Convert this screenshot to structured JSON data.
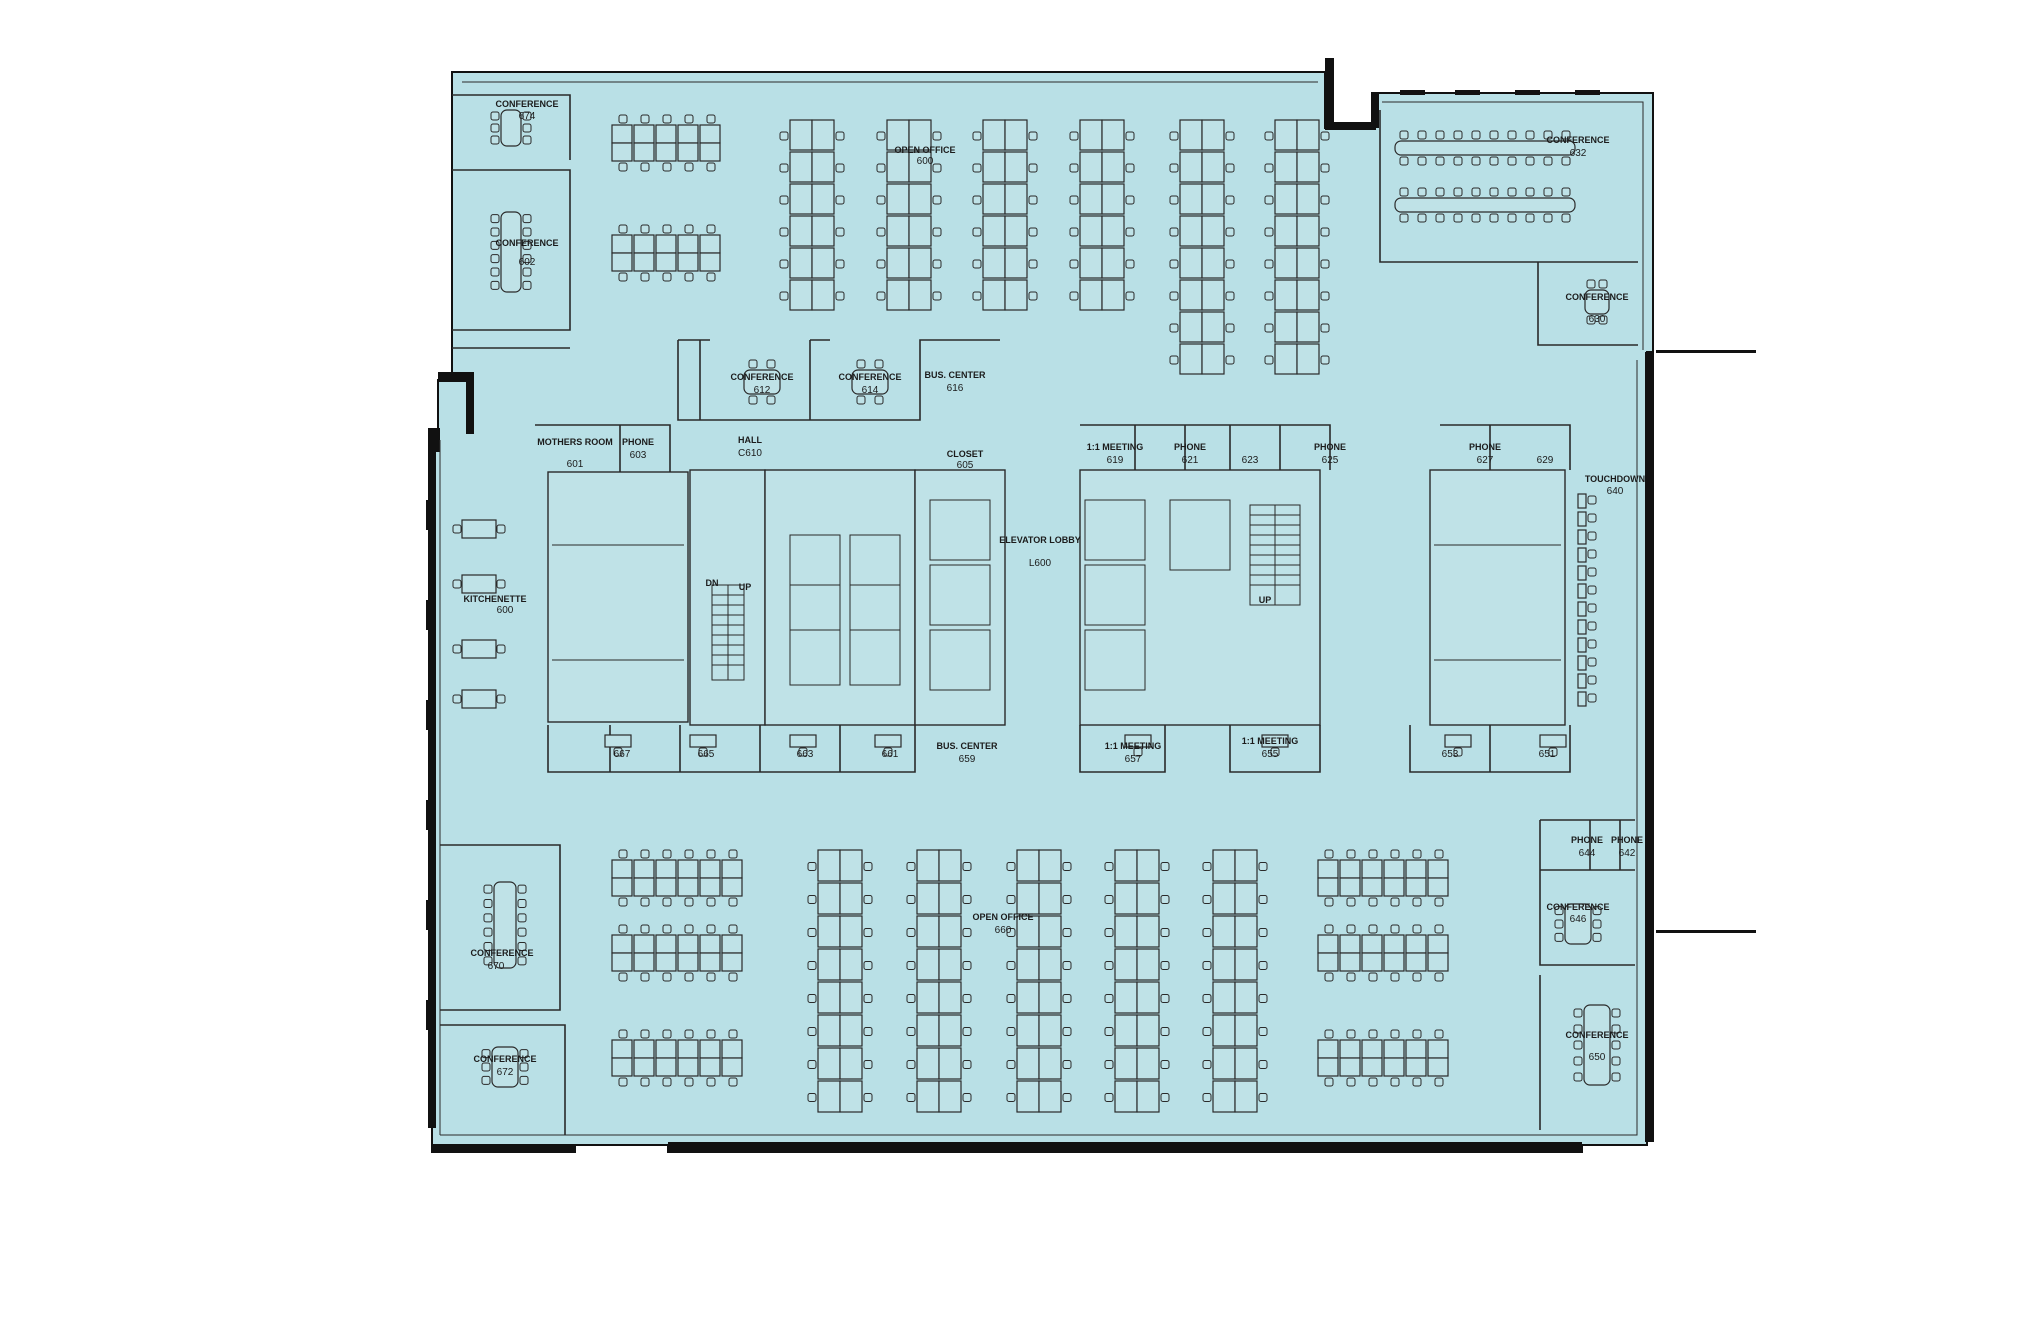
{
  "colors": {
    "floor": "#b9e0e6",
    "wall": "#111111",
    "line": "#2a2a2a"
  },
  "rooms": [
    {
      "id": "r1",
      "name": "CONFERENCE",
      "number": "674"
    },
    {
      "id": "r2",
      "name": "CONFERENCE",
      "number": "602"
    },
    {
      "id": "r3",
      "name": "OPEN OFFICE",
      "number": "600"
    },
    {
      "id": "r4",
      "name": "CONFERENCE",
      "number": "632"
    },
    {
      "id": "r5",
      "name": "CONFERENCE",
      "number": "630"
    },
    {
      "id": "r6",
      "name": "CONFERENCE",
      "number": "612"
    },
    {
      "id": "r7",
      "name": "CONFERENCE",
      "number": "614"
    },
    {
      "id": "r8",
      "name": "BUS. CENTER",
      "number": "616"
    },
    {
      "id": "r9",
      "name": "MOTHERS ROOM",
      "number": "601"
    },
    {
      "id": "r10",
      "name": "PHONE",
      "number": "603"
    },
    {
      "id": "r11",
      "name": "HALL",
      "number": "C610"
    },
    {
      "id": "r12",
      "name": "CLOSET",
      "number": "605"
    },
    {
      "id": "r13",
      "name": "ELEVATOR LOBBY",
      "number": "L600"
    },
    {
      "id": "r14",
      "name": "1:1 MEETING",
      "number": "619"
    },
    {
      "id": "r15",
      "name": "PHONE",
      "number": "621"
    },
    {
      "id": "r16",
      "name": "",
      "number": "623"
    },
    {
      "id": "r17",
      "name": "PHONE",
      "number": "625"
    },
    {
      "id": "r18",
      "name": "PHONE",
      "number": "627"
    },
    {
      "id": "r19",
      "name": "",
      "number": "629"
    },
    {
      "id": "r20",
      "name": "TOUCHDOWN",
      "number": "640"
    },
    {
      "id": "r21",
      "name": "KITCHENETTE",
      "number": "600"
    },
    {
      "id": "r22",
      "name": "",
      "number": "667"
    },
    {
      "id": "r23",
      "name": "",
      "number": "665"
    },
    {
      "id": "r24",
      "name": "",
      "number": "663"
    },
    {
      "id": "r25",
      "name": "",
      "number": "661"
    },
    {
      "id": "r26",
      "name": "BUS. CENTER",
      "number": "659"
    },
    {
      "id": "r27",
      "name": "1:1 MEETING",
      "number": "657"
    },
    {
      "id": "r28",
      "name": "1:1 MEETING",
      "number": "655"
    },
    {
      "id": "r29",
      "name": "",
      "number": "653"
    },
    {
      "id": "r30",
      "name": "",
      "number": "651"
    },
    {
      "id": "r31",
      "name": "PHONE",
      "number": "644"
    },
    {
      "id": "r32",
      "name": "PHONE",
      "number": "642"
    },
    {
      "id": "r33",
      "name": "CONFERENCE",
      "number": "646"
    },
    {
      "id": "r34",
      "name": "CONFERENCE",
      "number": "650"
    },
    {
      "id": "r35",
      "name": "CONFERENCE",
      "number": "670"
    },
    {
      "id": "r36",
      "name": "CONFERENCE",
      "number": "672"
    },
    {
      "id": "r37",
      "name": "OPEN OFFICE",
      "number": "660"
    }
  ],
  "stairs": {
    "down": "DN",
    "up": "UP"
  }
}
